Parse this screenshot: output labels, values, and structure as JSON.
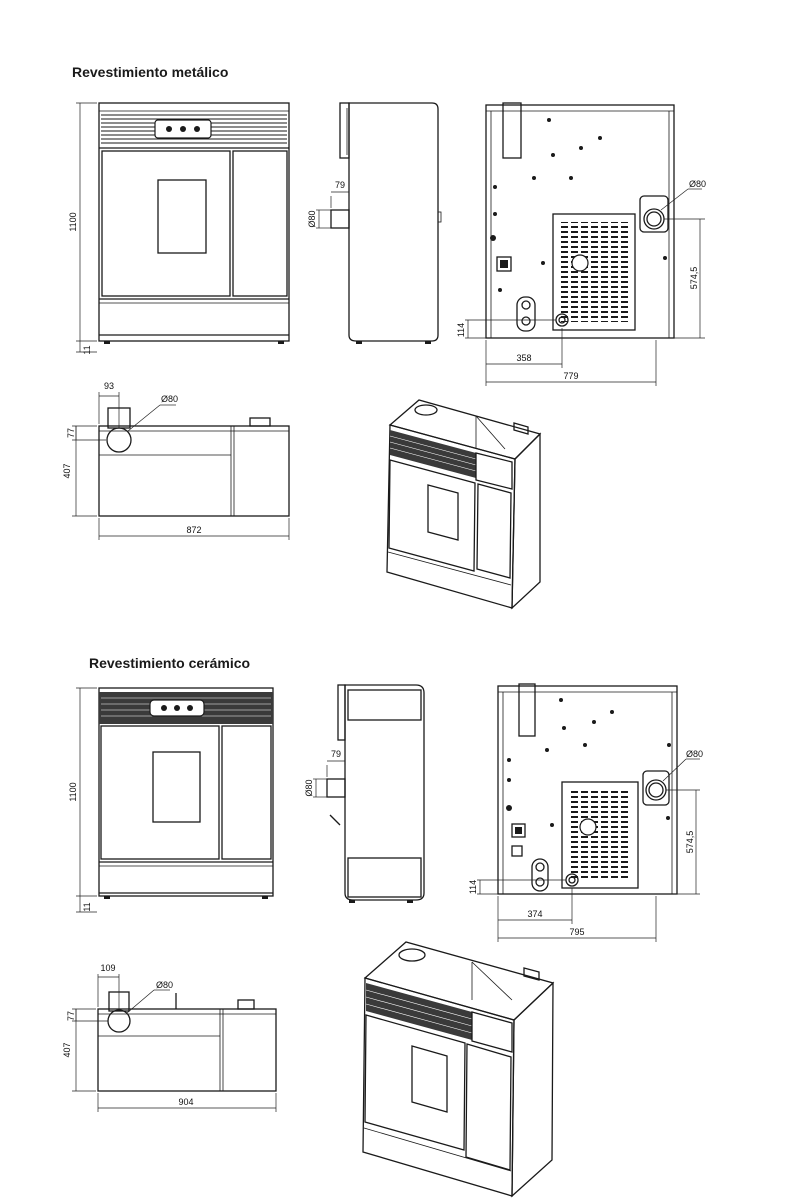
{
  "sections": [
    {
      "title": "Revestimiento metálico",
      "dims": {
        "height": "1100",
        "foot": "11",
        "flue_offset": "79",
        "flue_diameter_side": "Ø80",
        "back_flue_diameter": "Ø80",
        "back_flue_height": "574,5",
        "back_inlet_height": "114",
        "back_inlet_offset": "358",
        "back_width": "779",
        "top_flue_offset": "93",
        "top_flue_diameter": "Ø80",
        "top_flue_depth": "77",
        "depth": "407",
        "width": "872"
      }
    },
    {
      "title": "Revestimiento cerámico",
      "dims": {
        "height": "1100",
        "foot": "11",
        "flue_offset": "79",
        "flue_diameter_side": "Ø80",
        "back_flue_diameter": "Ø80",
        "back_flue_height": "574,5",
        "back_inlet_height": "114",
        "back_inlet_offset": "374",
        "back_width": "795",
        "top_flue_offset": "109",
        "top_flue_diameter": "Ø80",
        "top_flue_depth": "77",
        "depth": "407",
        "width": "904"
      }
    }
  ]
}
